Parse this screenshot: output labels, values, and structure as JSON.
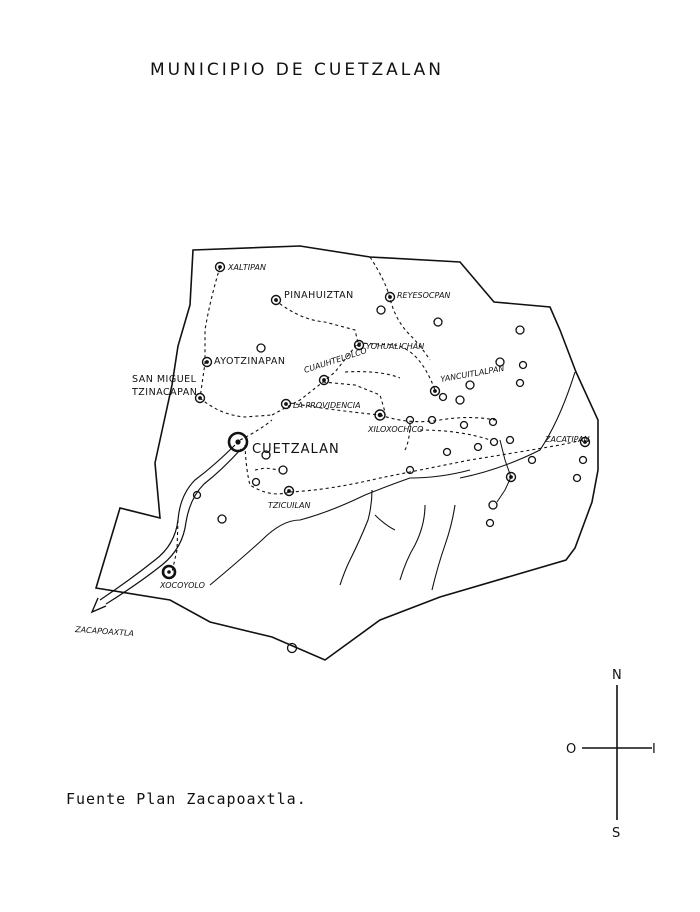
{
  "title": "MUNICIPIO DE CUETZALAN",
  "source_note": "Fuente Plan Zacapoaxtla.",
  "compass": {
    "north": "N",
    "south": "S",
    "east": "I",
    "west": "O"
  },
  "places": {
    "xaltipan": "XALTIPAN",
    "pinahuiztan": "PINAHUIZTAN",
    "reyesocpan": "REYESOCPAN",
    "ayotzinapan": "AYOTZINAPAN",
    "san_miguel_1": "SAN MIGUEL",
    "san_miguel_2": "TZINACAPAN",
    "yohualichan": "YOHUALICHAN",
    "cuauhtelolco": "CUAUHTELOLCO",
    "la_providencia": "LA PROVIDENCIA",
    "xiloxochico": "XILOXOCHICO",
    "yancuitlalpan": "YANCUITLALPAN",
    "cuetzalan": "CUETZALAN",
    "tzicuilan": "TZICUILAN",
    "zacatipan": "ZACATIPAN",
    "xocoyolo": "XOCOYOLO",
    "zacapoaxtla": "ZACAPOAXTLA"
  },
  "colors": {
    "ink": "#111111",
    "paper": "#ffffff"
  }
}
